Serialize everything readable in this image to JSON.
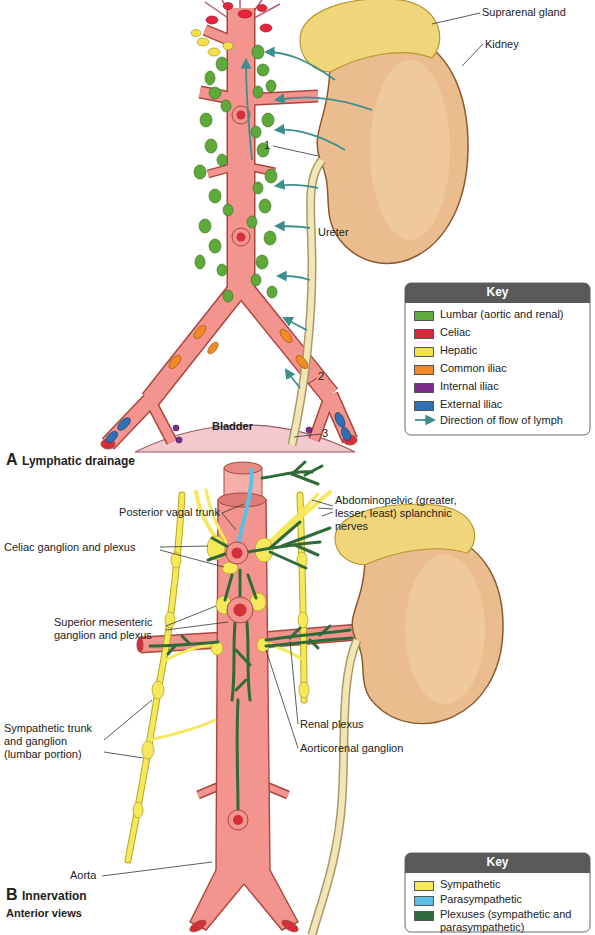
{
  "diagram": {
    "labels": [
      "Suprarenal gland",
      "Kidney",
      "1",
      "Ureter",
      "Key",
      "2",
      "Bladder",
      "3",
      "A",
      "Lymphatic drainage",
      "Posterior vagal trunk",
      "Abdominopelvic (greater, lesser, least) splanchnic nerves",
      "Celiac ganglion and plexus",
      "Superior mesenteric ganglion and plexus",
      "Sympathetic trunk and ganglion (lumbar portion)",
      "Renal plexus",
      "Aorticorenal ganglion",
      "Aorta",
      "Key",
      "B",
      "Innervation",
      "Anterior views"
    ],
    "legend": [
      {
        "text": "Lumbar (aortic and renal)",
        "color": "#5fa83a"
      },
      {
        "text": "Celiac",
        "color": "#e5243a"
      },
      {
        "text": "Hepatic",
        "color": "#f5df4a"
      },
      {
        "text": "Common iliac",
        "color": "#f08a24"
      },
      {
        "text": "Internal iliac",
        "color": "#7b2d8e"
      },
      {
        "text": "External iliac",
        "color": "#2f6fb5"
      },
      {
        "text": "Direction of flow of lymph"
      },
      {
        "text": "Sympathetic",
        "color": "#f5e85a"
      },
      {
        "text": "Parasympathetic",
        "color": "#5bc0e8"
      },
      {
        "text": "Plexuses (sympathetic and parasympathetic)",
        "color": "#2f6b3a"
      }
    ]
  }
}
